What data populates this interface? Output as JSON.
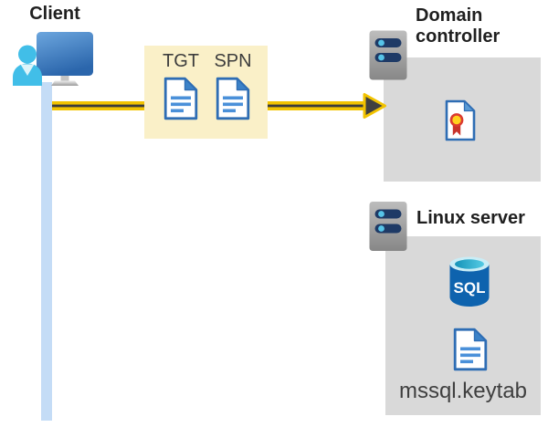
{
  "labels": {
    "client": "Client",
    "tgt": "TGT",
    "spn": "SPN",
    "domain_controller": "Domain controller",
    "linux_server": "Linux server",
    "sql": "SQL",
    "keytab": "mssql.keytab"
  },
  "icons": [
    "user-monitor-icon",
    "tgt-document-icon",
    "spn-document-icon",
    "server-icon",
    "certificate-icon",
    "sql-database-icon",
    "keytab-document-icon",
    "request-arrow"
  ],
  "colors": {
    "arrow_gold": "#F2C300",
    "arrow_core": "#3B3B3B",
    "ticket_box_bg": "#FAF0C8",
    "panel_gray": "#D9D9D9",
    "timeline_blue": "#C4DCF6",
    "doc_border_blue": "#2E6DB4",
    "doc_line_blue": "#4A90D9",
    "person_cyan": "#41BEE8",
    "monitor_blue": "#3D7FC4",
    "server_slot_navy": "#1E3A66",
    "server_dot_cyan": "#56C4E8",
    "sql_body_blue": "#0E63AE",
    "cert_ribbon_red": "#D23A2E",
    "cert_seal_yellow": "#FFD21E",
    "heading_text": "#1F1F1F",
    "ticket_text": "#3D3D3D"
  }
}
